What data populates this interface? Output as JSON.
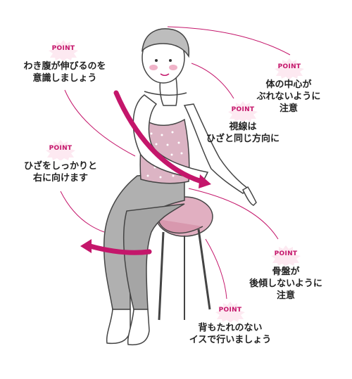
{
  "badge_label": "POINT",
  "accent_color": "#c4166b",
  "points": [
    {
      "id": "waist",
      "lines": [
        "わき腹が伸びるのを",
        "意識しましょう"
      ]
    },
    {
      "id": "center",
      "lines": [
        "体の中心が",
        "ぶれないように",
        "注意"
      ]
    },
    {
      "id": "gaze",
      "lines": [
        "視線は",
        "ひざと同じ方向に"
      ]
    },
    {
      "id": "knee",
      "lines": [
        "ひざをしっかりと",
        "右に向けます"
      ]
    },
    {
      "id": "pelvis",
      "lines": [
        "骨盤が",
        "後傾しないように",
        "注意"
      ]
    },
    {
      "id": "chair",
      "lines": [
        "背もたれのない",
        "イスで行いましょう"
      ]
    }
  ]
}
